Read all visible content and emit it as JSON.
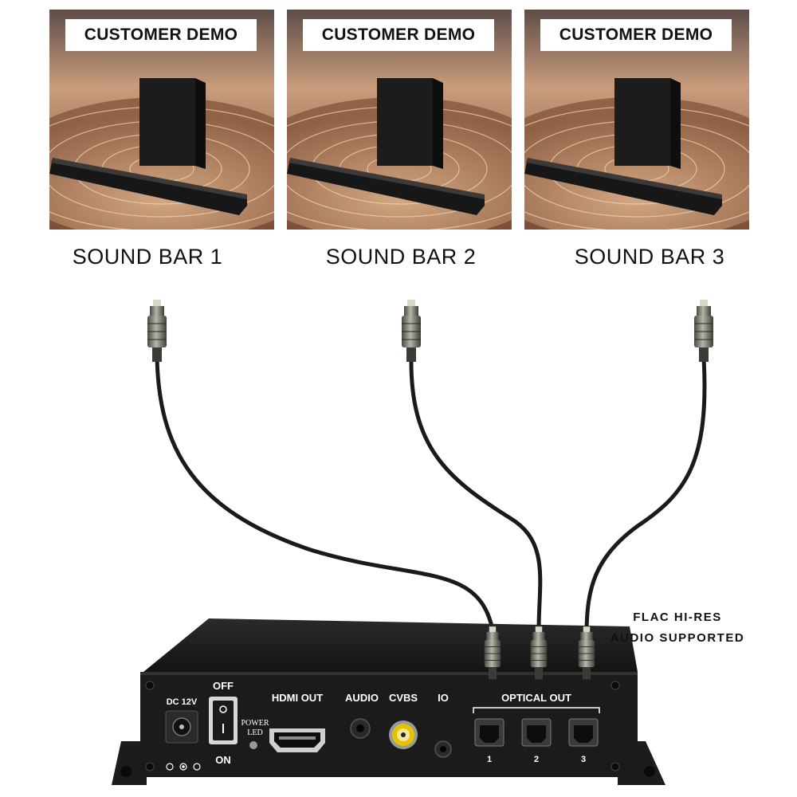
{
  "panels": [
    {
      "label": "CUSTOMER DEMO",
      "title": "SOUND BAR 1"
    },
    {
      "label": "CUSTOMER DEMO",
      "title": "SOUND BAR 2"
    },
    {
      "label": "CUSTOMER DEMO",
      "title": "SOUND BAR 3"
    }
  ],
  "caption": {
    "line1": "FLAC HI-RES",
    "line2": "AUDIO SUPPORTED"
  },
  "device": {
    "dc_label": "DC 12V",
    "switch_off": "OFF",
    "switch_on": "ON",
    "power_led_1": "POWER",
    "power_led_2": "LED",
    "hdmi_label": "HDMI OUT",
    "audio_label": "AUDIO",
    "cvbs_label": "CVBS",
    "io_label": "IO",
    "optical_label": "OPTICAL OUT",
    "port_numbers": [
      "1",
      "2",
      "3"
    ]
  },
  "colors": {
    "device_body": "#1b1b1b",
    "cable": "#1a1a1a",
    "connector_metal": "#8a8a80",
    "rca_ring": "#e6c200",
    "sky_top": "#6d5c55",
    "sand": "#b88762"
  },
  "icons": [
    "subwoofer-icon",
    "soundbar-icon",
    "optical-plug-icon",
    "hdmi-port-icon",
    "rca-jack-icon",
    "toslink-port-icon",
    "power-switch-icon",
    "dc-jack-icon"
  ]
}
